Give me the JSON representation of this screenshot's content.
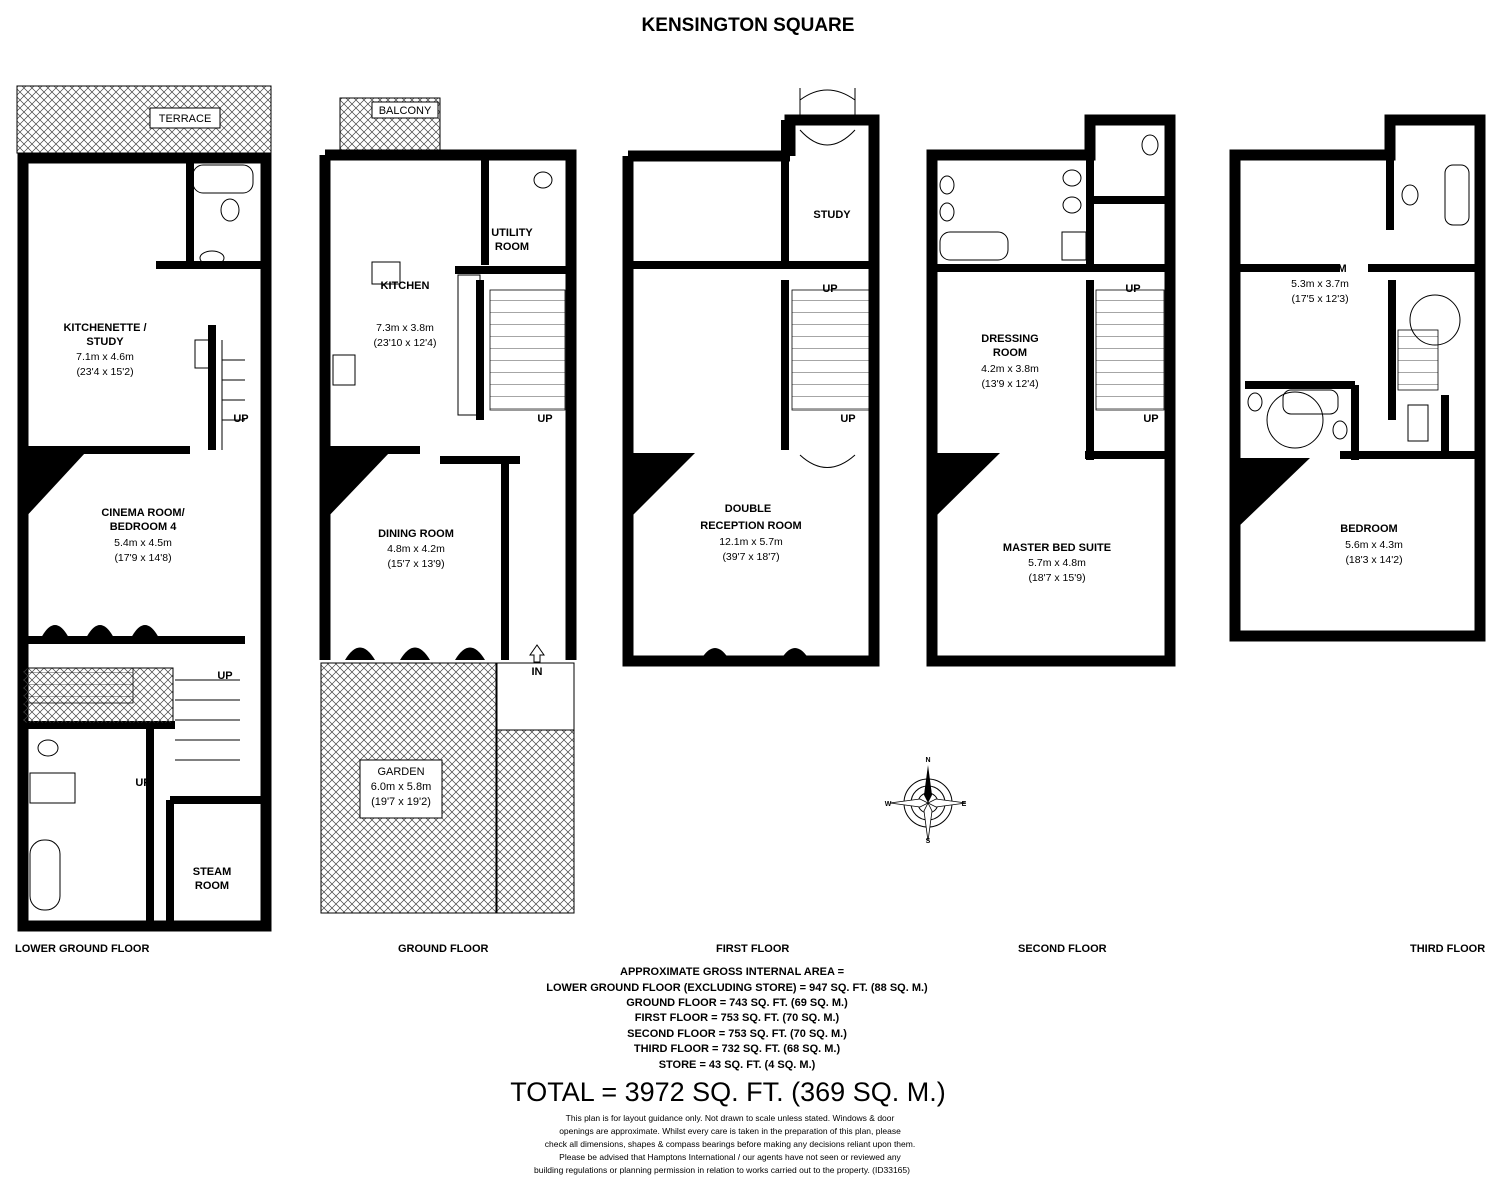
{
  "title": "KENSINGTON SQUARE",
  "floors": [
    {
      "name": "LOWER GROUND FLOOR",
      "rooms": [
        {
          "label": "KITCHENETTE /",
          "label2": "STUDY",
          "dim": "7.1m x 4.6m",
          "imperial": "(23'4 x 15'2)"
        },
        {
          "label": "CINEMA ROOM/",
          "label2": "BEDROOM 4",
          "dim": "5.4m x 4.5m",
          "imperial": "(17'9 x 14'8)"
        },
        {
          "label": "STEAM",
          "label2": "ROOM"
        }
      ],
      "terrace": "TERRACE"
    },
    {
      "name": "GROUND FLOOR",
      "rooms": [
        {
          "label": "KITCHEN",
          "dim": "7.3m x 3.8m",
          "imperial": "(23'10 x 12'4)"
        },
        {
          "label": "UTILITY",
          "label2": "ROOM"
        },
        {
          "label": "DINING ROOM",
          "dim": "4.8m x 4.2m",
          "imperial": "(15'7 x 13'9)"
        }
      ],
      "balcony": "BALCONY",
      "garden": {
        "label": "GARDEN",
        "dim": "6.0m x 5.8m",
        "imperial": "(19'7 x 19'2)"
      },
      "entrance": "IN"
    },
    {
      "name": "FIRST FLOOR",
      "rooms": [
        {
          "label": "STUDY"
        },
        {
          "label": "DOUBLE",
          "label2": "RECEPTION ROOM",
          "dim": "12.1m x 5.7m",
          "imperial": "(39'7 x 18'7)"
        }
      ]
    },
    {
      "name": "SECOND FLOOR",
      "rooms": [
        {
          "label": "DRESSING",
          "label2": "ROOM",
          "dim": "4.2m x 3.8m",
          "imperial": "(13'9 x 12'4)"
        },
        {
          "label": "MASTER BED SUITE",
          "dim": "5.7m x 4.8m",
          "imperial": "(18'7 x 15'9)"
        }
      ]
    },
    {
      "name": "THIRD FLOOR",
      "rooms": [
        {
          "label": "BEDROOM",
          "dim": "5.3m x 3.7m",
          "imperial": "(17'5 x 12'3)"
        },
        {
          "label": "BEDROOM",
          "dim": "5.6m x 4.3m",
          "imperial": "(18'3 x 14'2)"
        }
      ]
    }
  ],
  "stairs_label": "UP",
  "compass": {
    "n": "N",
    "s": "S",
    "e": "E",
    "w": "W"
  },
  "area_summary": [
    "APPROXIMATE GROSS INTERNAL AREA =",
    "LOWER GROUND FLOOR (EXCLUDING STORE) = 947 SQ. FT. (88 SQ. M.)",
    "GROUND FLOOR = 743 SQ. FT. (69 SQ. M.)",
    "FIRST FLOOR = 753 SQ. FT. (70 SQ. M.)",
    "SECOND FLOOR = 753 SQ. FT. (70 SQ. M.)",
    "THIRD FLOOR = 732 SQ. FT. (68 SQ. M.)",
    "STORE = 43 SQ. FT. (4 SQ. M.)"
  ],
  "total": "TOTAL = 3972 SQ. FT. (369 SQ. M.)",
  "disclaimer": [
    "This plan is for layout guidance only. Not drawn to scale unless stated. Windows & door",
    "openings are approximate. Whilst every care is taken in the preparation of this plan, please",
    "check all dimensions, shapes & compass bearings before making any decisions reliant upon them.",
    "Please be advised that Hamptons International / our agents have not seen or reviewed any",
    "building regulations or planning permission in relation to works carried out to the property. (ID33165)"
  ]
}
